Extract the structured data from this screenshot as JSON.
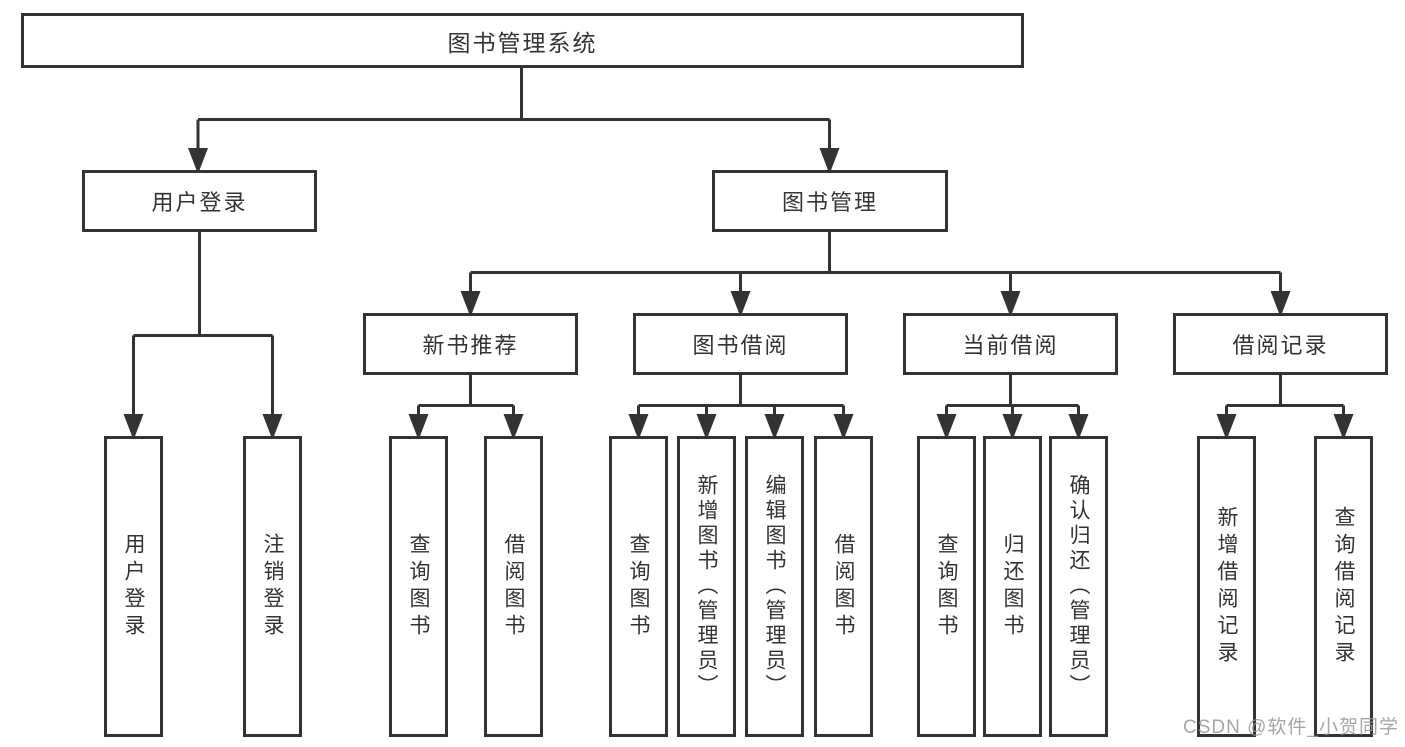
{
  "nodes": {
    "root": "图书管理系统",
    "user_login": "用户登录",
    "book_management": "图书管理",
    "new_book_recommend": "新书推荐",
    "book_borrow": "图书借阅",
    "current_borrow": "当前借阅",
    "borrow_records": "借阅记录"
  },
  "leaves": {
    "user": [
      "用户登录",
      "注销登录"
    ],
    "recommend": [
      "查询图书",
      "借阅图书"
    ],
    "borrow": [
      "查询图书",
      "新增图书（管理员）",
      "编辑图书（管理员）",
      "借阅图书"
    ],
    "current": [
      "查询图书",
      "归还图书",
      "确认归还（管理员）"
    ],
    "records": [
      "新增借阅记录",
      "查询借阅记录"
    ]
  },
  "watermark": "CSDN @软件_小贺同学",
  "colors": {
    "line": "#333333",
    "text": "#333333",
    "box_background": "#ffffff",
    "page_background": "#ffffff",
    "watermark": "#969696"
  }
}
